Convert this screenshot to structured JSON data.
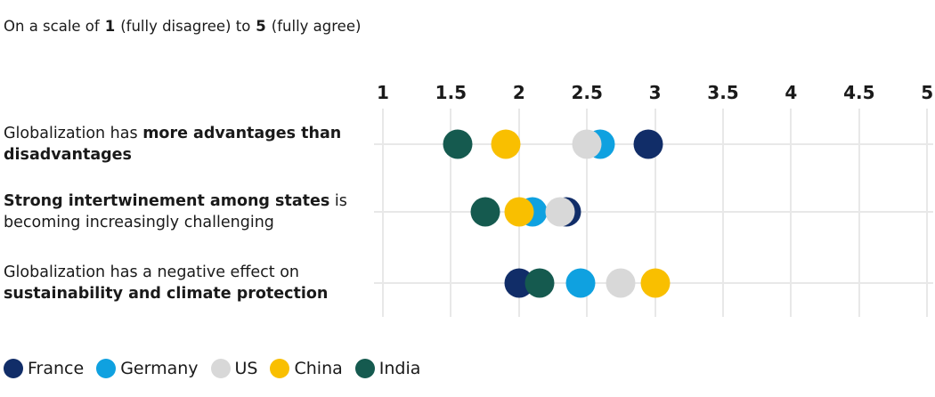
{
  "title": {
    "prefix": "On a scale of",
    "low_value": "1",
    "low_suffix": "(fully disagree) to",
    "high_value": "5",
    "high_suffix": "(fully agree)"
  },
  "colors": {
    "france": "#112d68",
    "germany": "#0fa1e0",
    "us": "#d8d8d8",
    "china": "#f9bf00",
    "india": "#155a4f",
    "gridline": "#e8e8e8",
    "text": "#1a1a1a"
  },
  "chart_data": {
    "type": "scatter",
    "title": "On a scale of 1 (fully disagree) to 5 (fully agree)",
    "xlim": [
      1,
      5
    ],
    "x_tick_values": [
      1,
      1.5,
      2,
      2.5,
      3,
      3.5,
      4,
      4.5,
      5
    ],
    "x_tick_labels": [
      "1",
      "1.5",
      "2",
      "2.5",
      "3",
      "3.5",
      "4",
      "4.5",
      "5"
    ],
    "grid": true,
    "legend_position": "bottom-left",
    "categories": [
      {
        "label": "Globalization has more advantages than disadvantages",
        "lines": [
          [
            {
              "t": "Globalization has ",
              "b": false
            },
            {
              "t": "more advantages than",
              "b": true
            }
          ],
          [
            {
              "t": "disadvantages",
              "b": true
            }
          ]
        ]
      },
      {
        "label": "Strong intertwinement among states is becoming increasingly challenging",
        "lines": [
          [
            {
              "t": "Strong intertwinement among states",
              "b": true
            },
            {
              "t": " is",
              "b": false
            }
          ],
          [
            {
              "t": "becoming increasingly challenging",
              "b": false
            }
          ]
        ]
      },
      {
        "label": "Globalization has a negative effect on sustainability and climate protection",
        "lines": [
          [
            {
              "t": "Globalization has a negative effect on",
              "b": false
            }
          ],
          [
            {
              "t": "sustainability and climate protection",
              "b": true
            }
          ]
        ]
      }
    ],
    "series": [
      {
        "name": "France",
        "color": "#112d68",
        "values": [
          2.95,
          2.35,
          2.0
        ]
      },
      {
        "name": "Germany",
        "color": "#0fa1e0",
        "values": [
          2.6,
          2.1,
          2.45
        ]
      },
      {
        "name": "US",
        "color": "#d8d8d8",
        "values": [
          2.5,
          2.3,
          2.75
        ]
      },
      {
        "name": "China",
        "color": "#f9bf00",
        "values": [
          1.9,
          2.0,
          3.0
        ]
      },
      {
        "name": "India",
        "color": "#155a4f",
        "values": [
          1.55,
          1.75,
          2.15
        ]
      }
    ],
    "row_draw_order": [
      [
        "India",
        "China",
        "Germany",
        "US",
        "France"
      ],
      [
        "India",
        "France",
        "Germany",
        "China",
        "US"
      ],
      [
        "France",
        "India",
        "Germany",
        "US",
        "China"
      ]
    ]
  },
  "legend": {
    "items": [
      {
        "label": "France",
        "color": "#112d68"
      },
      {
        "label": "Germany",
        "color": "#0fa1e0"
      },
      {
        "label": "US",
        "color": "#d8d8d8"
      },
      {
        "label": "China",
        "color": "#f9bf00"
      },
      {
        "label": "India",
        "color": "#155a4f"
      }
    ]
  }
}
